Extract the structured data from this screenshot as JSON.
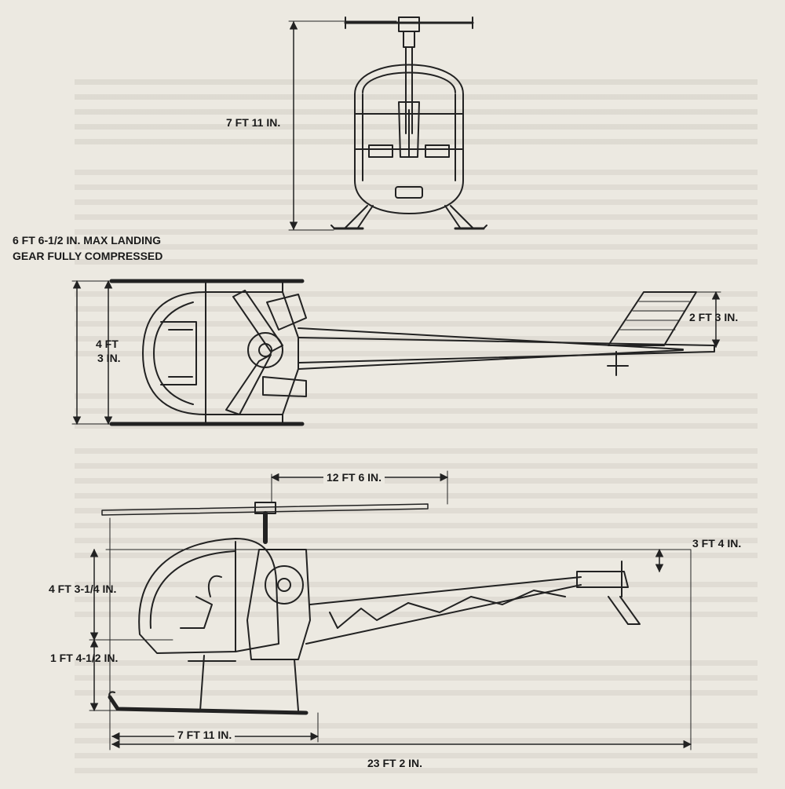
{
  "dimensions": {
    "front_height": "7 FT 11 IN.",
    "max_landing_line1": "6 FT 6-1/2 IN. MAX LANDING",
    "max_landing_line2": "GEAR FULLY COMPRESSED",
    "top_width_line1": "4 FT",
    "top_width_line2": "3 IN.",
    "tail_span": "2 FT 3 IN.",
    "rotor_radius": "12 FT 6 IN.",
    "tail_rotor_height": "3 FT 4 IN.",
    "cabin_height": "4 FT 3-1/4 IN.",
    "ground_clearance": "1 FT 4-1/2 IN.",
    "skid_length": "7 FT 11 IN.",
    "overall_length": "23 FT 2 IN."
  }
}
